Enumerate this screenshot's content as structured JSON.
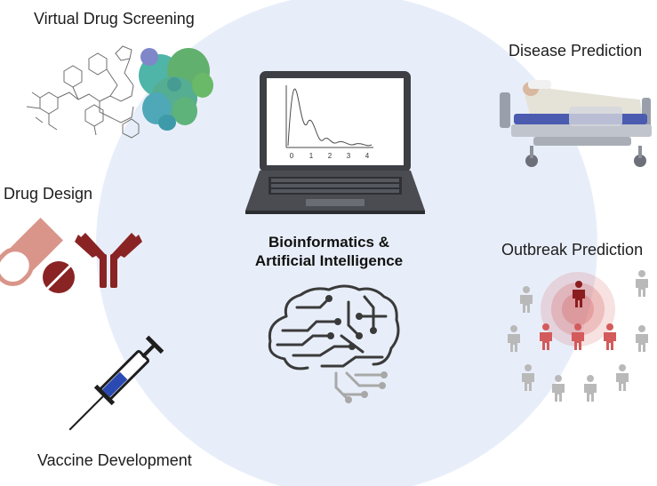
{
  "labels": {
    "virtual_screening": "Virtual Drug Screening",
    "disease_prediction": "Disease Prediction",
    "drug_design": "Drug Design",
    "outbreak_prediction": "Outbreak Prediction",
    "vaccine_development": "Vaccine Development"
  },
  "center": {
    "line1": "Bioinformatics &",
    "line2": "Artificial Intelligence"
  },
  "laptop_plot": {
    "ticks": [
      "0",
      "1",
      "2",
      "3",
      "4"
    ]
  },
  "colors": {
    "background_circle": "#e8eef9",
    "laptop_body": "#3d3f44",
    "pill": "#d9958a",
    "antibody": "#8a2424",
    "syringe_liquid": "#2a49b3",
    "bed_sheet": "#4a5bb0",
    "infected": "#d45b5b",
    "source": "#8a1d1d",
    "healthy": "#b9b9b9",
    "protein_teal": "#4fb5a8",
    "protein_green": "#62b06e"
  },
  "icons": [
    "molecule-icon",
    "protein-icon",
    "laptop-icon",
    "hospital-bed-icon",
    "pill-icon",
    "tablet-icon",
    "antibody-icon",
    "syringe-icon",
    "brain-circuit-icon",
    "people-network-icon"
  ]
}
